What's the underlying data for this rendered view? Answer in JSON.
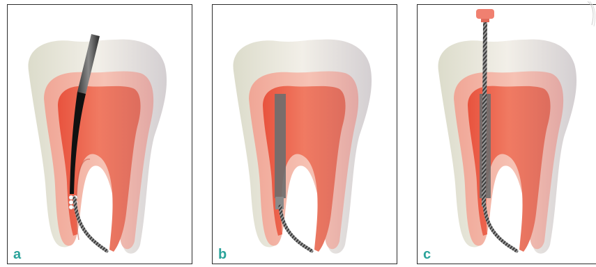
{
  "panels": [
    {
      "id": "a",
      "label": "a"
    },
    {
      "id": "b",
      "label": "b"
    },
    {
      "id": "c",
      "label": "c"
    }
  ],
  "colors": {
    "enamel": "#e6e2d6",
    "dentin": "#f0a898",
    "pulp": "#e8604c",
    "gutta_percha": "#f08a78",
    "cone_gray": "#6e6e6e",
    "file_dark": "#2a2a2a",
    "handle": "#f08070",
    "label_teal": "#2aa39a"
  }
}
